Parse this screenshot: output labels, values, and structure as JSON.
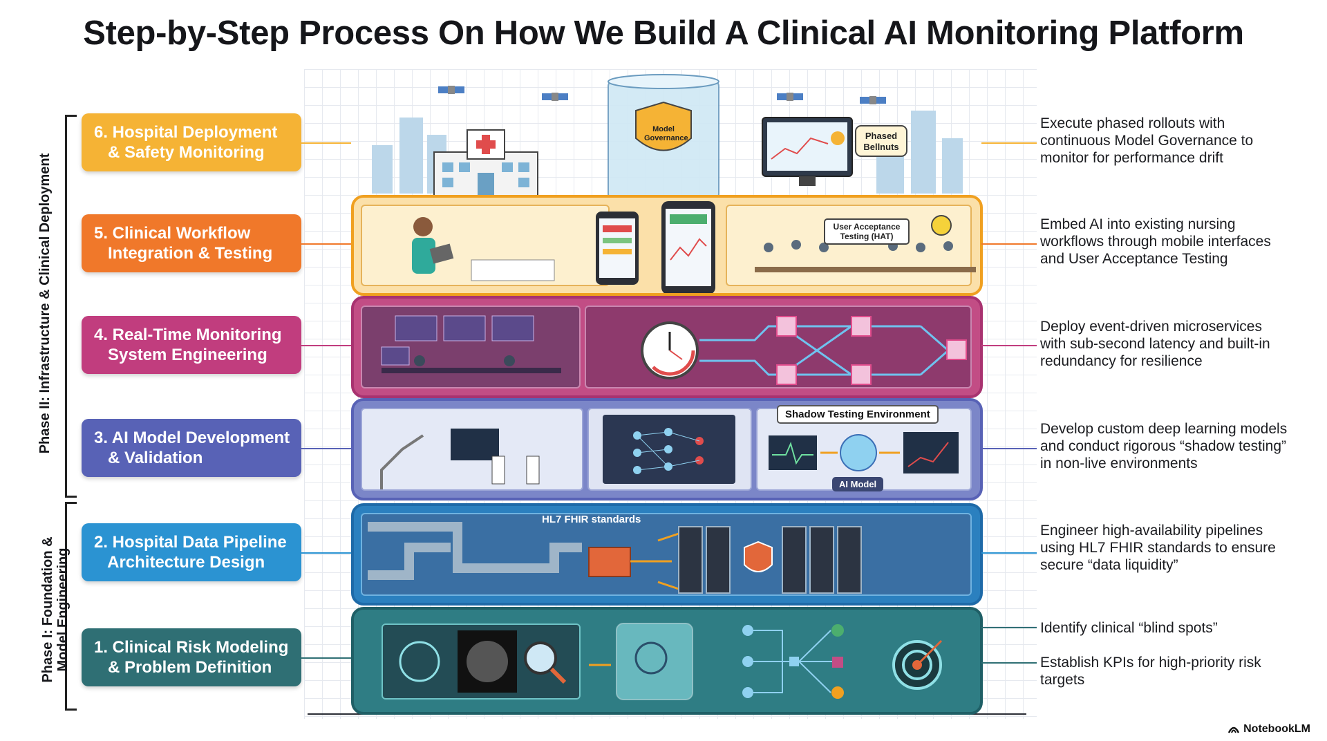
{
  "title": "Step-by-Step Process On How We Build A Clinical AI Monitoring Platform",
  "phases": [
    {
      "label": "Phase II: Infrastructure & Clinical Deployment"
    },
    {
      "label_line1": "Phase I: Foundation &",
      "label_line2": "Model Engineering"
    }
  ],
  "steps": [
    {
      "label": "6. Hospital Deployment\n   & Safety Monitoring",
      "color": "#f5b335"
    },
    {
      "label": "5. Clinical Workflow\n   Integration & Testing",
      "color": "#f0782a"
    },
    {
      "label": "4. Real-Time Monitoring\n   System Engineering",
      "color": "#c13d7e"
    },
    {
      "label": "3. AI Model Development\n   & Validation",
      "color": "#5862b6"
    },
    {
      "label": "2. Hospital Data Pipeline\n   Architecture Design",
      "color": "#2b93d2"
    },
    {
      "label": "1. Clinical Risk Modeling\n   & Problem Definition",
      "color": "#2f6f74"
    }
  ],
  "descriptions": [
    {
      "lines": [
        "Execute phased rollouts with",
        "continuous Model Governance to",
        "monitor for performance drift"
      ]
    },
    {
      "lines": [
        "Embed AI into existing nursing",
        "workflows through mobile interfaces",
        "and User Acceptance Testing"
      ]
    },
    {
      "lines": [
        "Deploy event-driven microservices",
        "with sub-second latency and built-in",
        "redundancy for resilience"
      ]
    },
    {
      "lines": [
        "Develop custom deep learning models",
        "and conduct rigorous “shadow testing”",
        "in non-live environments"
      ]
    },
    {
      "lines": [
        "Engineer high-availability pipelines",
        "using HL7 FHIR standards to ensure",
        "secure “data liquidity”"
      ]
    },
    {
      "lines": [
        "Identify clinical “blind spots”"
      ]
    },
    {
      "lines": [
        "Establish KPIs for high-priority risk",
        "targets"
      ]
    }
  ],
  "illustration": {
    "model_governance": "Model Governance",
    "phased_bellnuts": "Phased Bellnuts",
    "user_acceptance": "User Acceptance Testing (HAT)",
    "shadow_testing": "Shadow Testing Environment",
    "ai_model": "AI Model",
    "hl7": "HL7 FHIR standards"
  },
  "watermark": "NotebookLM"
}
